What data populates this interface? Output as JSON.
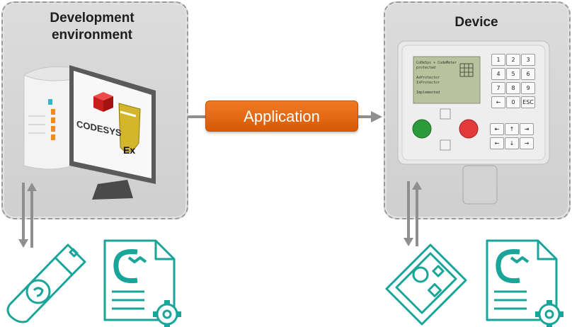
{
  "left_panel": {
    "title_line1": "Development",
    "title_line2": "environment"
  },
  "right_panel": {
    "title": "Device"
  },
  "flow": {
    "label": "Application"
  },
  "monitor": {
    "brand": "CODESYS",
    "shield_text": "Ex"
  },
  "device_screen": {
    "lines": [
      "CoDeSys + CodeMeter",
      "protected",
      "",
      "AxProtector",
      "IxProtector",
      "",
      "Implemented"
    ]
  },
  "keypad": {
    "keys": [
      "1",
      "2",
      "3",
      "4",
      "5",
      "6",
      "7",
      "8",
      "9",
      "←",
      "0",
      "ESC"
    ],
    "nav_keys": [
      "⇤",
      "↑",
      "⇥",
      "←",
      "↓",
      "→"
    ]
  },
  "colors": {
    "accent_orange": "#e8690f",
    "teal": "#1aa59a",
    "panel_gray": "#d6d6d6"
  },
  "icons": [
    "usb-dongle-icon",
    "codemeter-license-file-icon",
    "cmcard-dongle-icon",
    "gear-icon"
  ]
}
